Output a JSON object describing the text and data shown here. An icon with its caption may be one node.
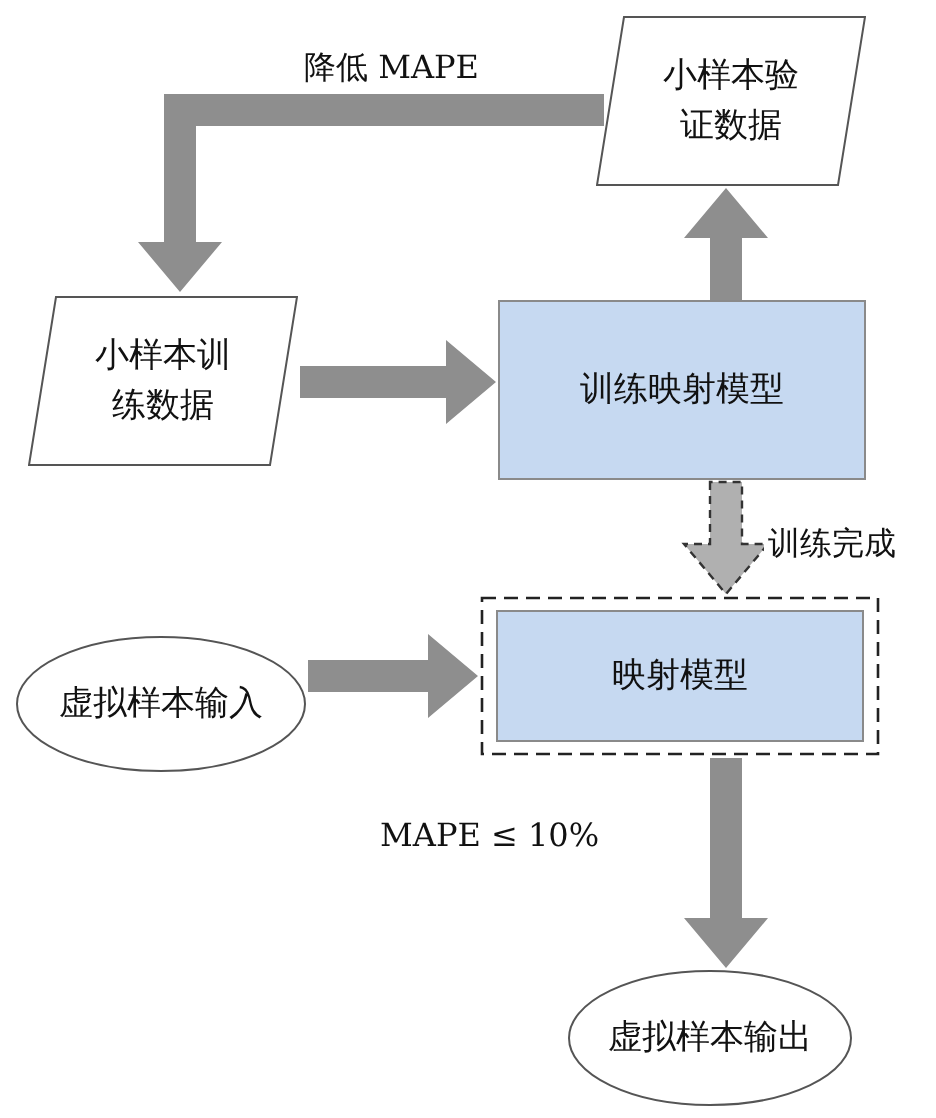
{
  "diagram": {
    "nodes": [
      {
        "text": [
          "小样本验证数据"
        ]
      },
      {
        "text": [
          "小样本训练数据"
        ]
      },
      {
        "text": [
          "训练映射模型"
        ]
      },
      {
        "text": [],
        "shape": "box"
      },
      {
        "text": [
          "映射模型"
        ],
        "in": 3
      },
      {
        "text": [
          "虚拟样本输入"
        ]
      },
      {
        "text": [
          "虚拟样本输出"
        ]
      }
    ],
    "edges": [
      {
        "from": 0,
        "to": 1,
        "arrow": "to",
        "label": "降低 MAPE"
      },
      {
        "from": 1,
        "to": 2,
        "arrow": "to"
      },
      {
        "from": 2,
        "to": 0,
        "arrow": "to"
      },
      {
        "from": 2,
        "to": 3,
        "arrow": "to",
        "style": "dashed",
        "label": "训练完成"
      },
      {
        "from": 5,
        "to": 3,
        "arrow": "to"
      },
      {
        "from": 3,
        "to": 6,
        "arrow": "to",
        "label": "MAPE ≤ 10%"
      }
    ]
  }
}
